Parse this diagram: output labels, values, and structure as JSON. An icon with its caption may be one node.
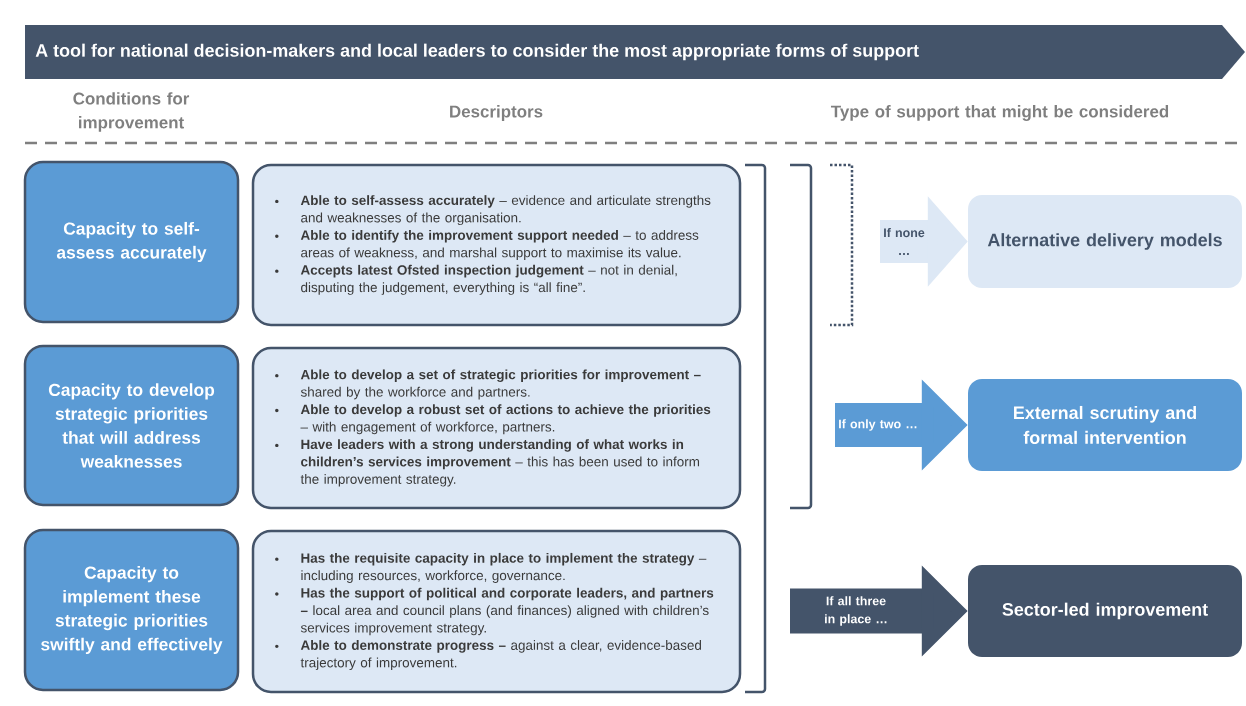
{
  "diagram": {
    "title": "A tool for national decision-makers and local leaders to consider the most appropriate forms of support",
    "nodes": [
      {
        "text": [
          "Capacity to self-assess accurately"
        ]
      },
      {
        "text": [
          "Capacity to develop strategic priorities that will address weaknesses"
        ]
      },
      {
        "text": [
          "Capacity to implement these strategic priorities swiftly and effectively"
        ]
      },
      {
        "text": [
          "**Able to self-assess accurately** – evidence and articulate strengths and weaknesses of the organisation.",
          "**Able to identify the improvement support needed** – to address areas of weakness, and marshal support to maximise its value.",
          "**Accepts latest Ofsted inspection judgement** – not in denial, disputing the judgement, everything is “all fine”."
        ]
      },
      {
        "text": [
          "**Able to develop a set of strategic priorities for improvement –** shared by the workforce and partners.",
          "**Able to develop a robust set of actions to achieve the priorities** – with engagement of workforce, partners.",
          "**Have leaders with a strong understanding of what works in children’s services improvement** – this has been used to inform the improvement strategy."
        ]
      },
      {
        "text": [
          "**Has the requisite capacity in place to implement the strategy** – including resources, workforce, governance.",
          "**Has the support of political and corporate leaders, and partners –** local area and council plans (and finances) aligned with children’s services improvement strategy.",
          "**Able to demonstrate progress –** against a clear, evidence-based trajectory of improvement."
        ]
      },
      {
        "text": [
          "Alternative delivery models"
        ]
      },
      {
        "text": [
          "External scrutiny and formal intervention"
        ]
      },
      {
        "text": [
          "Sector-led improvement"
        ]
      }
    ],
    "edges": [
      {
        "from": null,
        "to": 6,
        "arrow": "to",
        "label": "If none …",
        "color": "#dde8f5"
      },
      {
        "from": null,
        "to": 7,
        "arrow": "to",
        "label": "If only two …",
        "color": "#5b9bd5"
      },
      {
        "from": null,
        "to": 8,
        "arrow": "to",
        "label": "If all three in place …",
        "color": "#44546a"
      }
    ],
    "labels": [
      "Conditions for improvement",
      "Descriptors",
      "Type of support that might be considered"
    ]
  }
}
